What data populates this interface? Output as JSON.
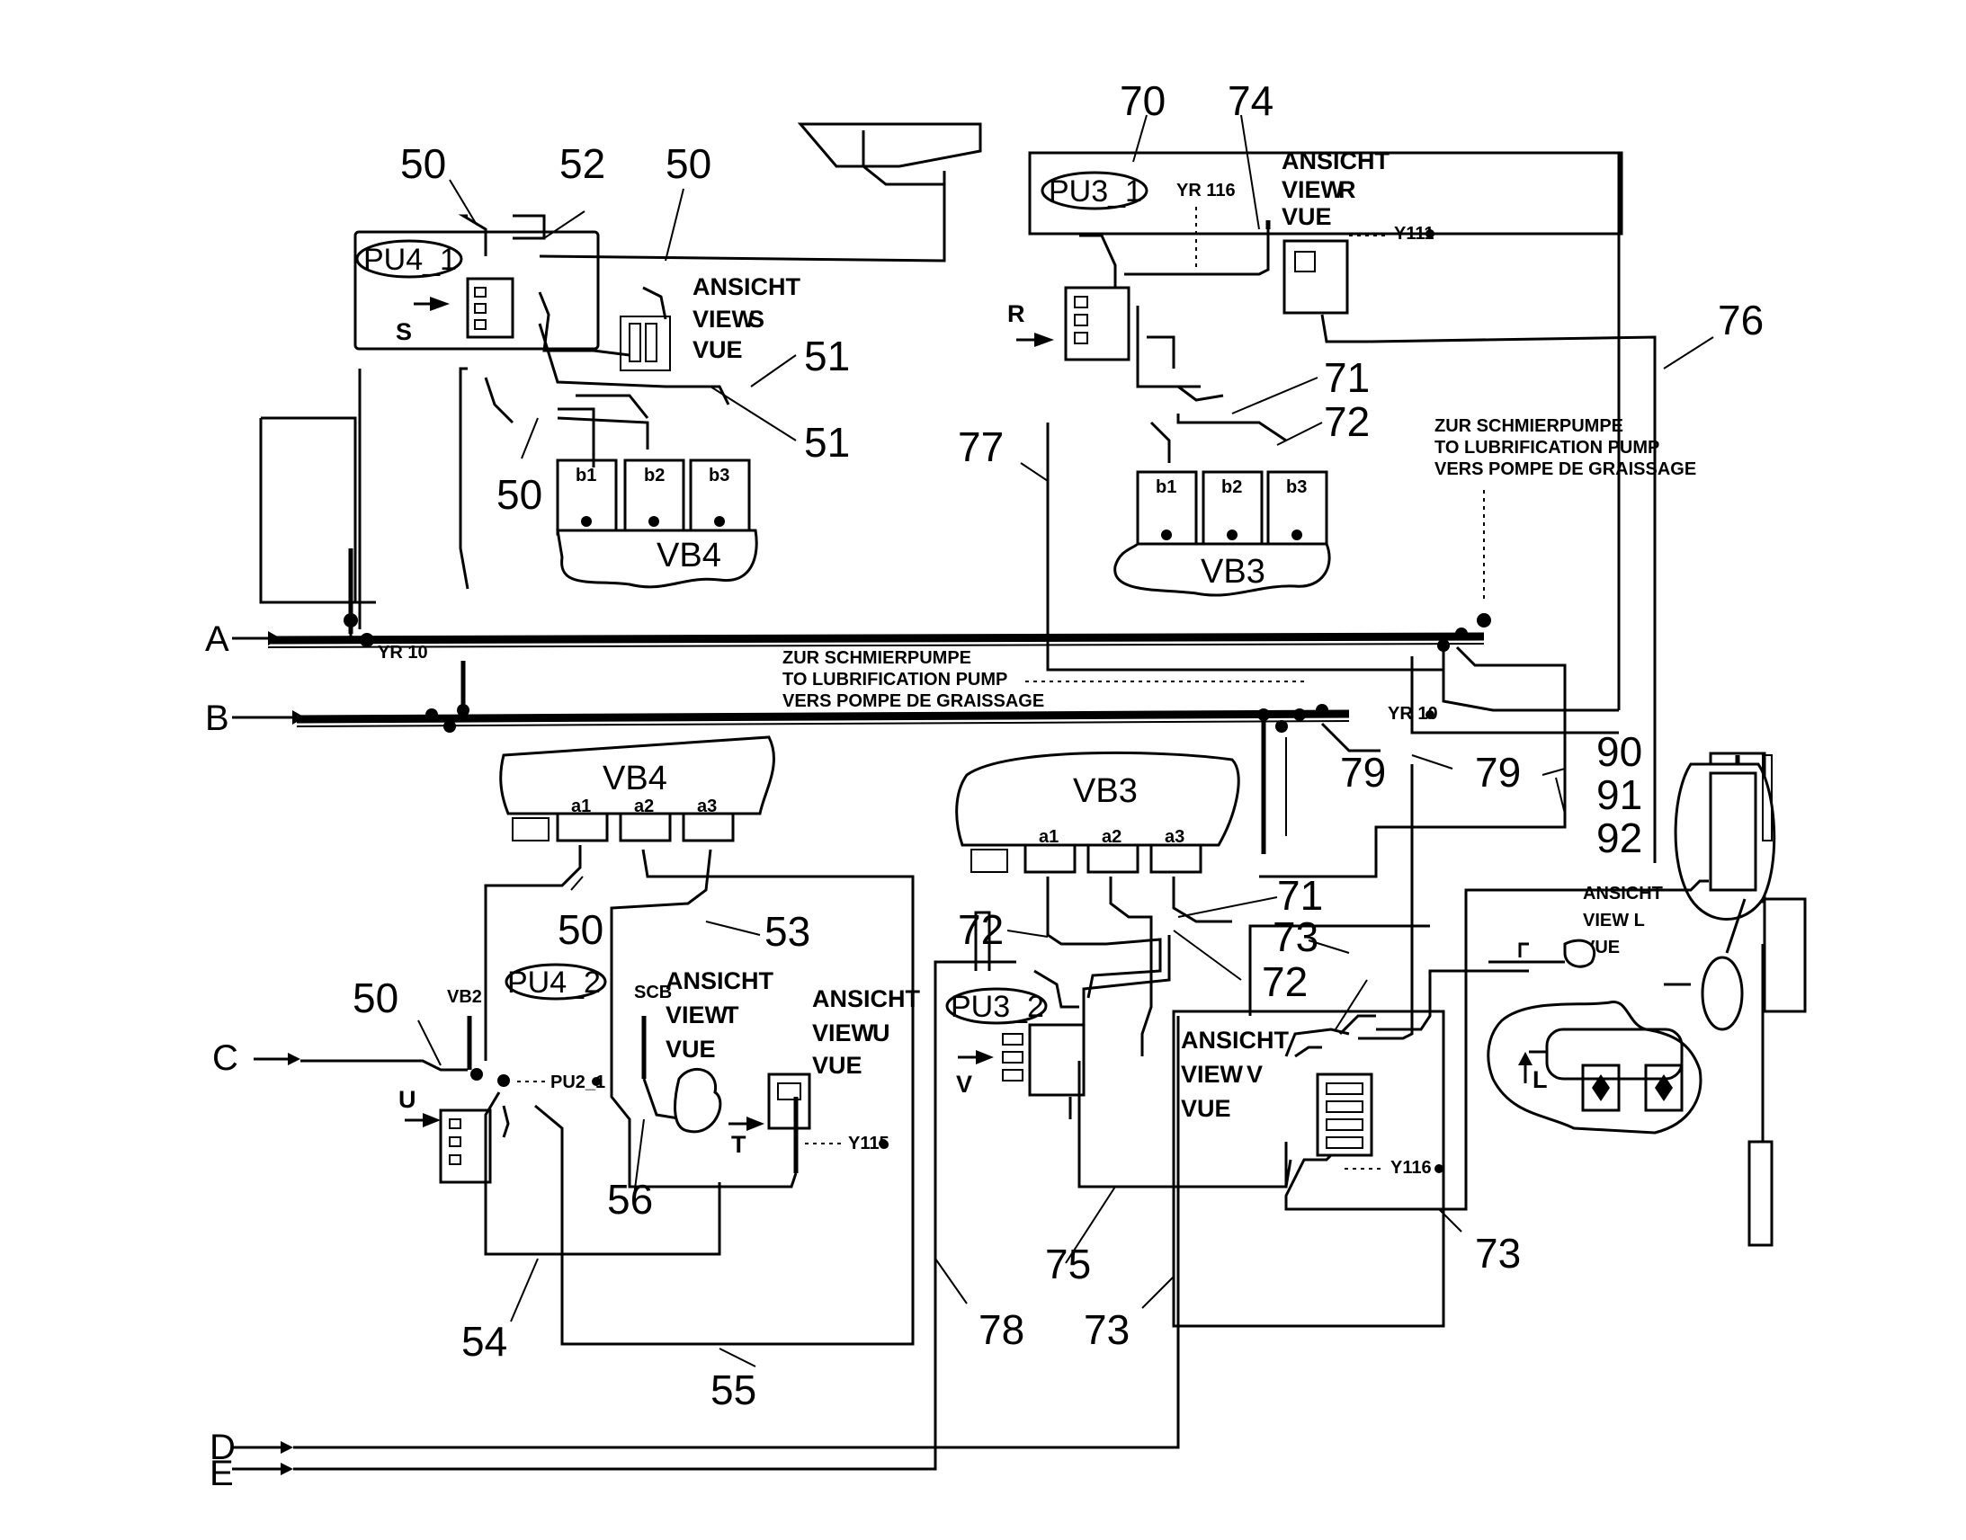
{
  "diagram": {
    "ports": {
      "A": "A",
      "B": "B",
      "C": "C",
      "D": "D",
      "E": "E"
    },
    "pump_units": {
      "pu4_1": "PU4_1",
      "pu3_1": "PU3_1",
      "pu4_2": "PU4_2",
      "pu3_2": "PU3_2"
    },
    "valve_blocks": {
      "vb4_top": "VB4",
      "vb3_top": "VB3",
      "vb4_bottom": "VB4",
      "vb3_bottom": "VB3"
    },
    "ports_b": [
      "b1",
      "b2",
      "b3"
    ],
    "ports_a": [
      "a1",
      "a2",
      "a3"
    ],
    "view_labels": {
      "ansicht": "ANSICHT",
      "view": "VIEW",
      "vue": "VUE",
      "s": "S",
      "r": "R",
      "t": "T",
      "u": "U",
      "v": "V",
      "l": "L"
    },
    "ansicht_l_lines": [
      "ANSICHT",
      "VIEW L",
      "VUE"
    ],
    "pump_note_lines": [
      "ZUR SCHMIERPUMPE",
      "TO LUBRIFICATION PUMP",
      "VERS POMPE DE GRAISSAGE"
    ],
    "signals": {
      "yr116": "YR 116",
      "y111": "Y111",
      "y115": "Y115",
      "y116": "Y116",
      "yr10": "YR 10",
      "pu2_1": "PU2_1",
      "vb2": "VB2",
      "scb": "SCB"
    },
    "numbers": {
      "n50": "50",
      "n51": "51",
      "n52": "52",
      "n53": "53",
      "n54": "54",
      "n55": "55",
      "n56": "56",
      "n70": "70",
      "n71": "71",
      "n72": "72",
      "n73": "73",
      "n74": "74",
      "n75": "75",
      "n76": "76",
      "n77": "77",
      "n78": "78",
      "n79": "79",
      "n90": "90",
      "n91": "91",
      "n92": "92"
    }
  }
}
